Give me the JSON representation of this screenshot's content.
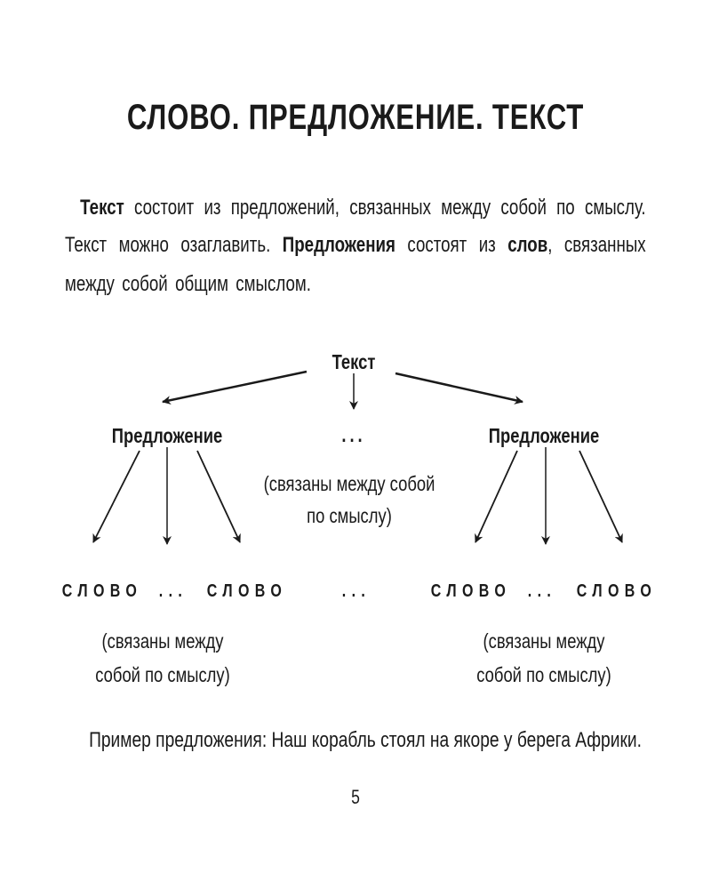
{
  "title": "СЛОВО. ПРЕДЛОЖЕНИЕ. ТЕКСТ",
  "intro": {
    "line1": {
      "b1": "Текст",
      "t1": " состоит из предложений, связанных между собой по смыслу."
    },
    "line2": {
      "t1": "Текст можно озаглавить. ",
      "b1": "Предложения",
      "t2": " состоят из ",
      "b2": "слов",
      "t3": ", связанных"
    },
    "line3": {
      "t1": "между собой общим смыслом."
    }
  },
  "diagram": {
    "root": "Текст",
    "sentence_left": "Предложение",
    "sentence_right": "Предложение",
    "middle_dots": "...",
    "middle_caption_1": "(связаны между собой",
    "middle_caption_2": "по смыслу)",
    "words": [
      "СЛОВО",
      "...",
      "СЛОВО",
      "...",
      "СЛОВО",
      "...",
      "СЛОВО"
    ],
    "left_caption_1": "(связаны между",
    "left_caption_2": "собой по смыслу)",
    "right_caption_1": "(связаны между",
    "right_caption_2": "собой по смыслу)"
  },
  "example": "Пример предложения: Наш корабль стоял на якоре у берега Африки.",
  "page_number": "5"
}
